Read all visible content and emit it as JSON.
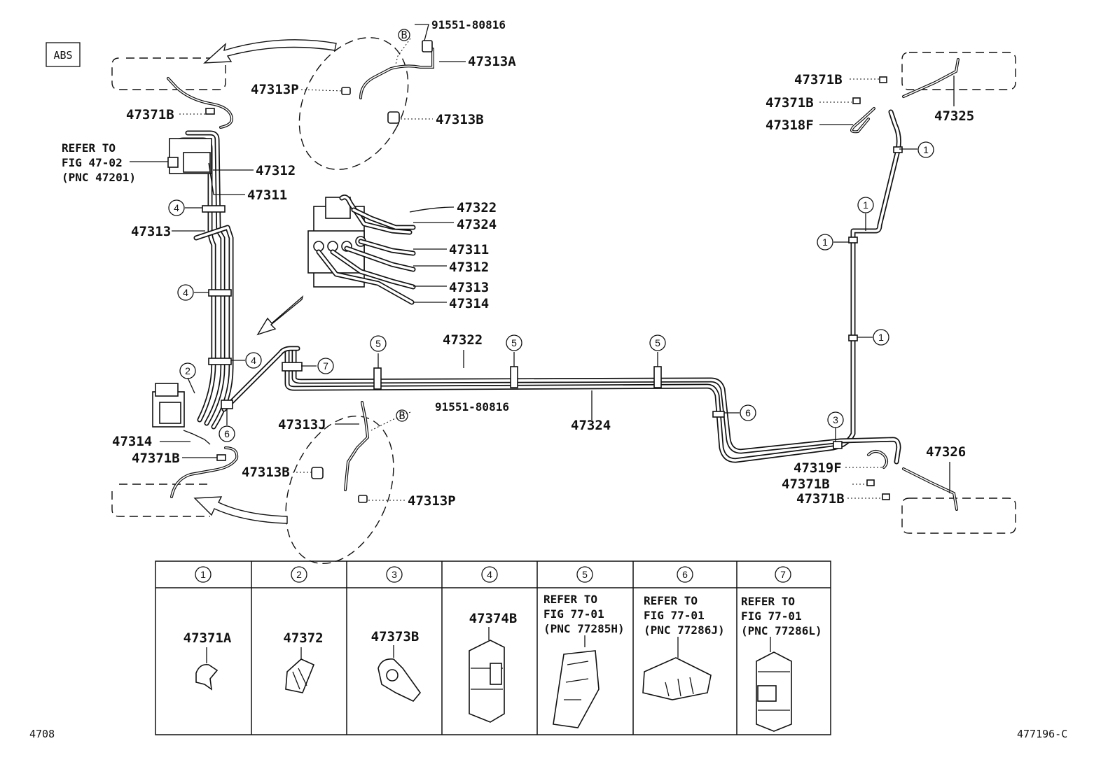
{
  "labels": {
    "abs": "ABS",
    "p91551_top": "91551-80816",
    "p47313A": "47313A",
    "p47313P_top": "47313P",
    "p47313B_top": "47313B",
    "p47371B_left": "47371B",
    "p47312_left": "47312",
    "p47311_left": "47311",
    "p47313_left": "47313",
    "refer_1": "REFER TO",
    "refer_2": "FIG 47-02",
    "refer_3": "(PNC 47201)",
    "p47322_inset": "47322",
    "p47324_inset": "47324",
    "p47311_inset": "47311",
    "p47312_inset": "47312",
    "p47313_inset": "47313",
    "p47314_inset": "47314",
    "p47322_main": "47322",
    "p47324_main": "47324",
    "p47314_left": "47314",
    "p47371B_lower": "47371B",
    "p47313J": "47313J",
    "p91551_bottom": "91551-80816",
    "p47313B_bottom": "47313B",
    "p47313P_bottom": "47313P",
    "p47371B_r1": "47371B",
    "p47371B_r2": "47371B",
    "p47318F": "47318F",
    "p47325": "47325",
    "p47326": "47326",
    "p47319F": "47319F",
    "p47371B_r3": "47371B",
    "p47371B_r4": "47371B",
    "circle_b": "B",
    "fig_code": "4708",
    "drawing_id": "477196-C"
  },
  "callouts": [
    "1",
    "2",
    "3",
    "4",
    "5",
    "6",
    "7"
  ],
  "table": {
    "headers": [
      "1",
      "2",
      "3",
      "4",
      "5",
      "6",
      "7"
    ],
    "cells": [
      {
        "lines": [
          "47371A"
        ]
      },
      {
        "lines": [
          "47372"
        ]
      },
      {
        "lines": [
          "47373B"
        ]
      },
      {
        "lines": [
          "47374B"
        ]
      },
      {
        "lines": [
          "REFER TO",
          "FIG 77-01",
          "(PNC 77285H)"
        ]
      },
      {
        "lines": [
          "REFER TO",
          "FIG 77-01",
          "(PNC 77286J)"
        ]
      },
      {
        "lines": [
          "REFER TO",
          "FIG 77-01",
          "(PNC 77286L)"
        ]
      }
    ]
  }
}
